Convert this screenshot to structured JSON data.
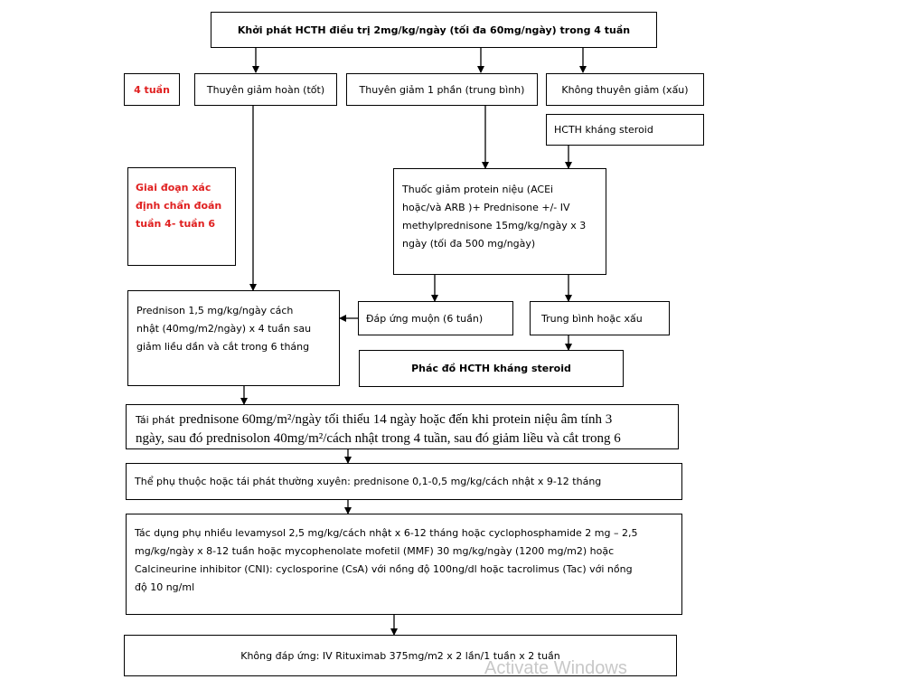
{
  "boxes": {
    "start": "Khởi phát HCTH điều trị 2mg/kg/ngày (tối đa 60mg/ngày) trong 4 tuần",
    "four_weeks": "4 tuần",
    "remission_full": "Thuyên giảm hoàn (tốt)",
    "remission_partial": "Thuyên giảm 1 phần (trung bình)",
    "no_remission": "Không thuyên giảm (xấu)",
    "steroid_resistant": "HCTH kháng steroid",
    "diagnosis_phase": [
      "Giai đoạn xác",
      "định chẩn đoán",
      "tuần 4- tuần 6"
    ],
    "antiproteinuric": [
      "Thuốc giảm protein niệu (ACEi",
      "hoặc/và ARB )+ Prednisone +/- IV",
      "methylprednisone 15mg/kg/ngày x 3",
      "ngày (tối đa 500 mg/ngày)"
    ],
    "prednisone_taper": [
      "Prednison 1,5 mg/kg/ngày cách",
      "nhật (40mg/m2/ngày) x 4 tuần sau",
      "giảm liều dần và cắt trong 6 tháng"
    ],
    "late_response": "Đáp ứng muộn (6 tuần)",
    "moderate_poor": "Trung bình hoặc xấu",
    "resistant_protocol": "Phác đồ HCTH kháng steroid",
    "relapse_line1_small": "Tái phát",
    "relapse_line1_serif": "prednisone 60mg/m²/ngày tối thiểu 14 ngày hoặc đến khi protein niệu âm tính 3",
    "relapse_line2": "ngày, sau đó prednisolon 40mg/m²/cách nhật trong 4 tuần, sau đó giảm liều và cắt trong 6",
    "dependent": "Thể phụ thuộc hoặc tái phát thường xuyên: prednisone 0,1-0,5 mg/kg/cách nhật x 9-12 tháng",
    "side_effects": [
      "Tác dụng phụ nhiều levamysol 2,5 mg/kg/cách nhật x 6-12 tháng hoặc cyclophosphamide 2 mg – 2,5",
      "mg/kg/ngày x 8-12 tuần hoặc mycophenolate mofetil (MMF) 30 mg/kg/ngày (1200 mg/m2) hoặc",
      "Calcineurine inhibitor (CNI): cyclosporine (CsA) với nồng độ 100ng/dl hoặc tacrolimus (Tac) với nồng",
      "độ 10 ng/ml"
    ],
    "no_response": "Không đáp ứng: IV Rituximab 375mg/m2 x 2 lần/1 tuần x 2 tuần"
  },
  "watermark": "Activate Windows",
  "colors": {
    "highlight_red": "#e02020"
  }
}
